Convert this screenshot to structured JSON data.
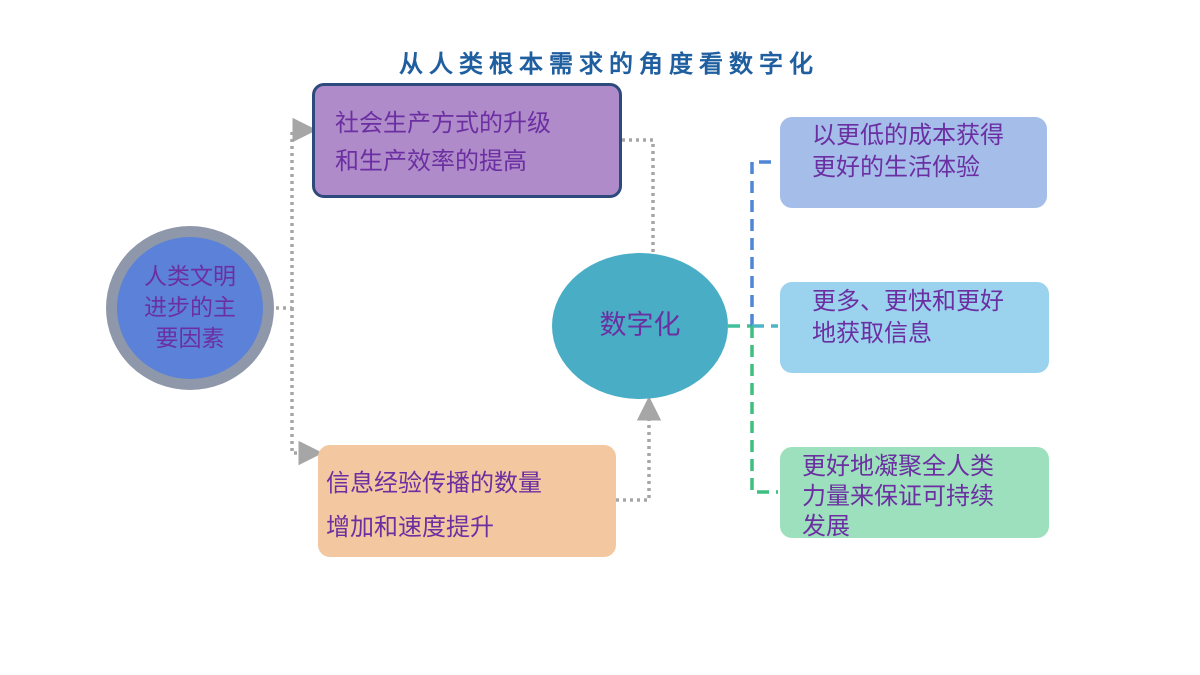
{
  "title": "从人类根本需求的角度看数字化",
  "left_node": {
    "text": "人类文明进步的主要因素"
  },
  "top_box": {
    "line1": "社会生产方式的升级",
    "line2": "和生产效率的提高"
  },
  "bottom_box": {
    "line1": "信息经验传播的数量",
    "line2": "增加和速度提升"
  },
  "center_node": {
    "text": "数字化"
  },
  "right_boxes": [
    {
      "line1": "以更低的成本获得",
      "line2": "更好的生活体验"
    },
    {
      "line1": "更多、更快和更好",
      "line2": "地获取信息"
    },
    {
      "line1": "更好地凝聚全人类",
      "line2": "力量来保证可持续",
      "line3": "发展"
    }
  ],
  "colors": {
    "title": "#1f5fa0",
    "node_text": "#6b2fa2",
    "left_circle_fill": "#5b82d8",
    "left_circle_ring": "#8e98aa",
    "top_box_fill": "#b08bc9",
    "top_box_border": "#2e4a7c",
    "bottom_box_fill": "#f3c7a0",
    "center_fill": "#4aadc6",
    "right_box_1": "#a5bde9",
    "right_box_2": "#9bd3ee",
    "right_box_3": "#9de0bd",
    "dotted_connector": "#a6a6a6",
    "dash_blue": "#4f86d6",
    "dash_teal": "#4db6c6",
    "dash_green": "#3fbf7f"
  }
}
